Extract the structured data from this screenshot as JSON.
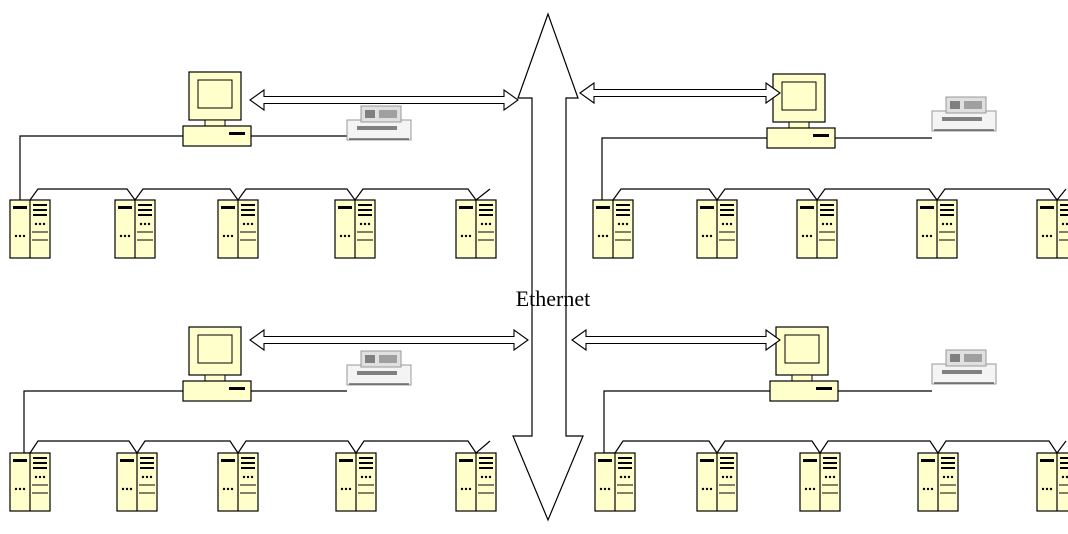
{
  "network": {
    "label": "Ethernet"
  },
  "colors": {
    "device_fill": "#FFFFCC",
    "device_stroke": "#000000",
    "background": "#FFFFFF",
    "printer_body": "#F4F4F4",
    "printer_dark": "#808080"
  },
  "groups": [
    {
      "id": "top-left",
      "workstation_icon": "computer-icon",
      "printer_icon": "printer-icon",
      "node_icon": "plc-unit-icon",
      "node_count": 5
    },
    {
      "id": "top-right",
      "workstation_icon": "computer-icon",
      "printer_icon": "printer-icon",
      "node_icon": "plc-unit-icon",
      "node_count": 5
    },
    {
      "id": "bottom-left",
      "workstation_icon": "computer-icon",
      "printer_icon": "printer-icon",
      "node_icon": "plc-unit-icon",
      "node_count": 5
    },
    {
      "id": "bottom-right",
      "workstation_icon": "computer-icon",
      "printer_icon": "printer-icon",
      "node_icon": "plc-unit-icon",
      "node_count": 5
    }
  ]
}
